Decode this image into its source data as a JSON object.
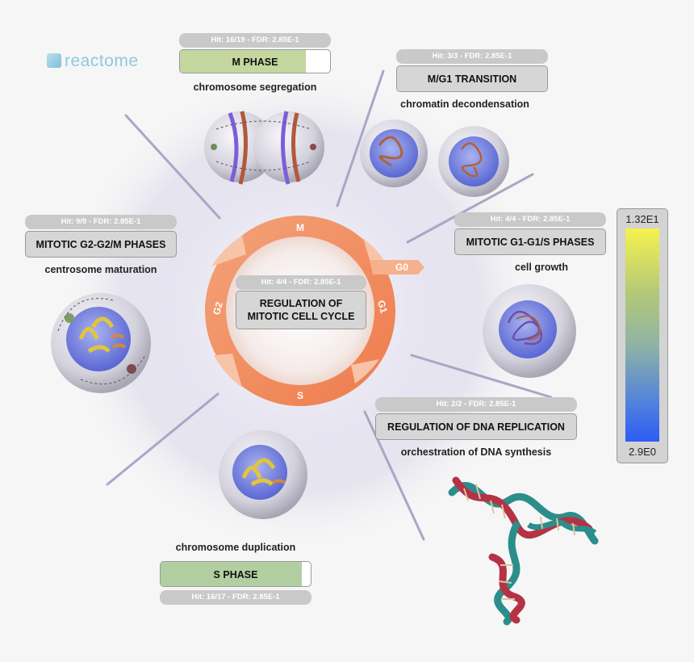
{
  "brand": {
    "name": "reactome"
  },
  "center": {
    "hit": "Hit: 4/4 - FDR: 2.85E-1",
    "line1": "REGULATION OF",
    "line2": "MITOTIC CELL CYCLE"
  },
  "cycle": {
    "m": "M",
    "g1": "G1",
    "g2": "G2",
    "s": "S",
    "g0": "G0"
  },
  "nodes": {
    "m_phase": {
      "hit": "Hit: 16/19 - FDR: 2.85E-1",
      "label": "M PHASE",
      "desc": "chromosome segregation",
      "coverage": 0.84,
      "fill": "#c3d79e"
    },
    "m_g1": {
      "hit": "Hit: 3/3 - FDR: 2.85E-1",
      "label": "M/G1 TRANSITION",
      "desc": "chromatin decondensation"
    },
    "g2": {
      "hit": "Hit: 9/9 - FDR: 2.85E-1",
      "label": "MITOTIC G2-G2/M PHASES",
      "desc": "centrosome maturation"
    },
    "g1": {
      "hit": "Hit: 4/4 - FDR: 2.85E-1",
      "label": "MITOTIC G1-G1/S PHASES",
      "desc": "cell growth"
    },
    "dna": {
      "hit": "Hit: 2/2 - FDR: 2.85E-1",
      "label": "REGULATION OF DNA REPLICATION",
      "desc": "orchestration of DNA synthesis"
    },
    "s_phase": {
      "hit": "Hit: 16/17 - FDR: 2.85E-1",
      "label": "S PHASE",
      "desc": "chromosome duplication",
      "coverage": 0.94,
      "fill": "#b2cfa2"
    }
  },
  "legend": {
    "max": "1.32E1",
    "min": "2.9E0"
  },
  "colors": {
    "ring": "#f08a5a",
    "ring_light": "#f5b18d",
    "halo": "#c9c6de",
    "dna_teal": "#2b8e8a",
    "dna_red": "#b53245"
  }
}
